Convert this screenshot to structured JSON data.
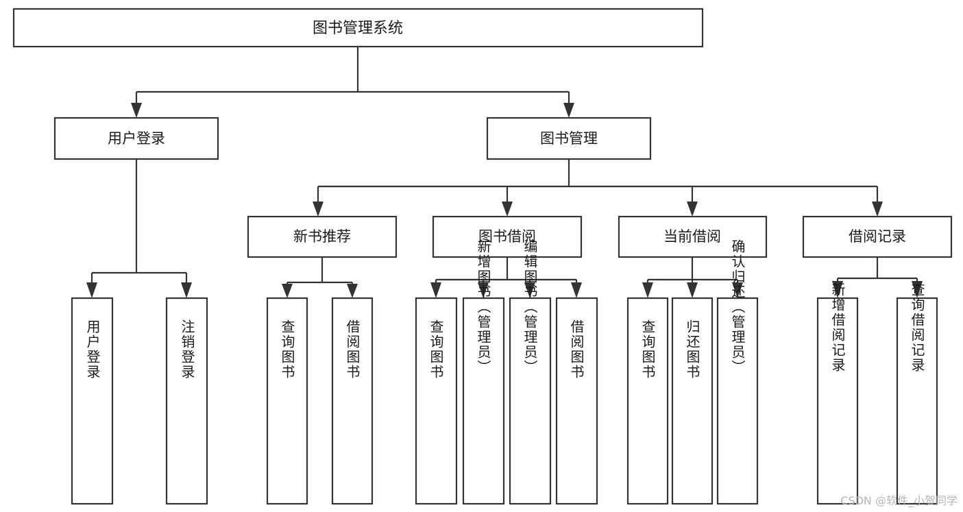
{
  "diagram": {
    "type": "tree",
    "title": "图书管理系统",
    "orientation": "top-down",
    "colors": {
      "box_fill": "#ffffff",
      "box_stroke": "#333333",
      "text": "#1a1a1a",
      "watermark": "#b5b5b5"
    },
    "root": {
      "label": "图书管理系统"
    },
    "level1": [
      {
        "label": "用户登录"
      },
      {
        "label": "图书管理"
      }
    ],
    "level2": [
      {
        "label": "新书推荐"
      },
      {
        "label": "图书借阅"
      },
      {
        "label": "当前借阅"
      },
      {
        "label": "借阅记录"
      }
    ],
    "leaves": {
      "user_login": [
        {
          "label": "用户登录"
        },
        {
          "label": "注销登录"
        }
      ],
      "new_book_recommend": [
        {
          "label": "查询图书"
        },
        {
          "label": "借阅图书"
        }
      ],
      "book_borrow": [
        {
          "label": "查询图书"
        },
        {
          "label": "新增图书（管理员）"
        },
        {
          "label": "编辑图书（管理员）"
        },
        {
          "label": "借阅图书"
        }
      ],
      "current_borrow": [
        {
          "label": "查询图书"
        },
        {
          "label": "归还图书"
        },
        {
          "label": "确认归还（管理员）"
        }
      ],
      "borrow_record": [
        {
          "label": "新增借阅记录"
        },
        {
          "label": "查询借阅记录"
        }
      ]
    }
  },
  "watermark": {
    "text": "CSDN @软件_小贺同学"
  }
}
